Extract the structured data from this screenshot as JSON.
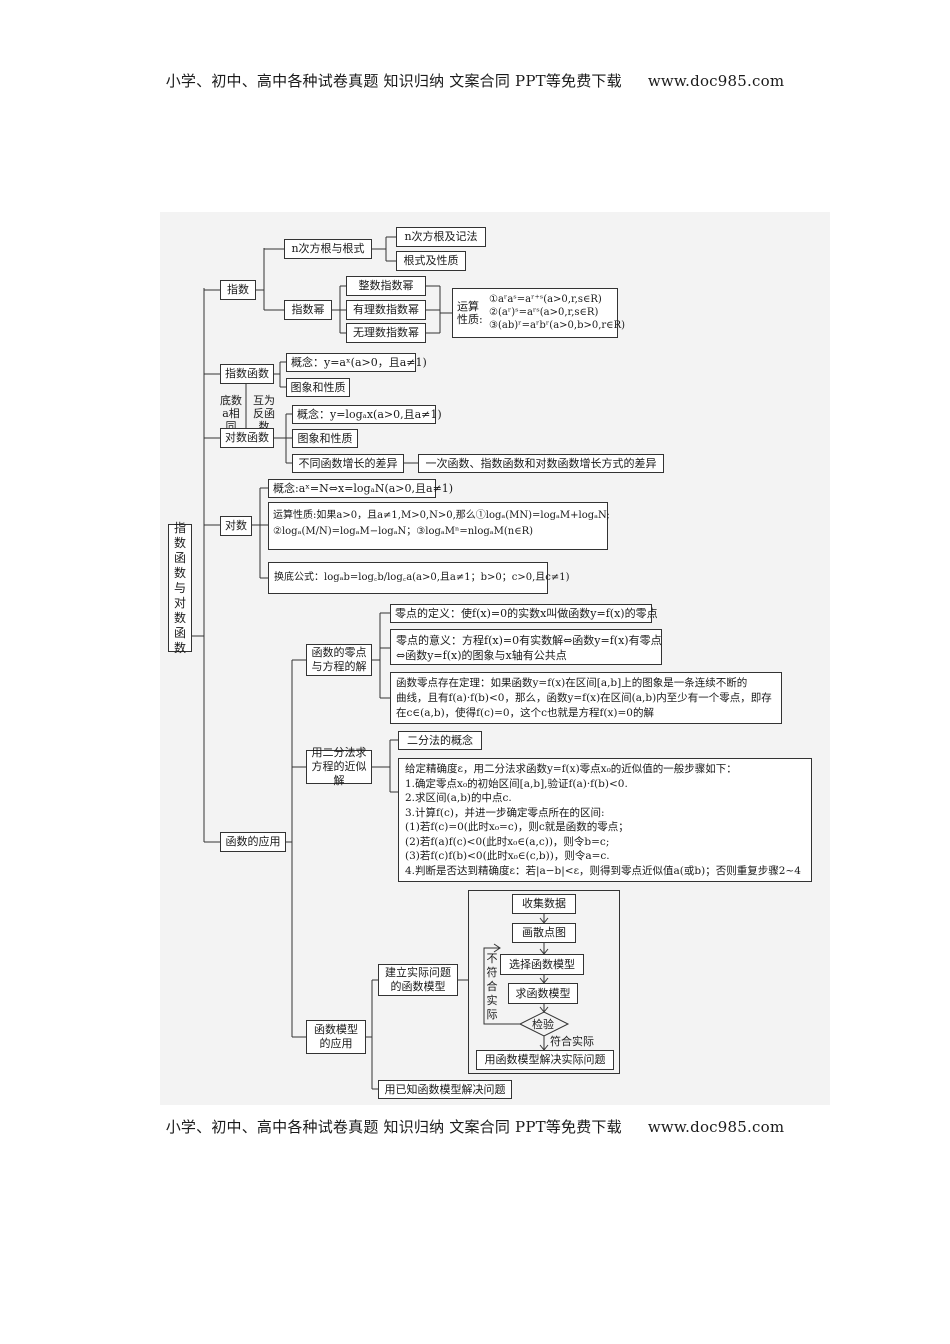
{
  "header": {
    "title": "小学、初中、高中各种试卷真题  知识归纳  文案合同  PPT等免费下载",
    "url": "www.doc985.com"
  },
  "footer": {
    "title": "小学、初中、高中各种试卷真题  知识归纳  文案合同  PPT等免费下载",
    "url": "www.doc985.com"
  },
  "diagram": {
    "root": "指数函数与对数函数",
    "exponent": {
      "label": "指数",
      "nth_root": "n次方根与根式",
      "nth_root_children": [
        "n次方根及记法",
        "根式及性质"
      ],
      "power": "指数幂",
      "power_children": [
        "整数指数幂",
        "有理数指数幂",
        "无理数指数幂"
      ],
      "ops_title": "运算性质:",
      "ops": [
        "①aʳaˢ=aʳ⁺ˢ(a>0,r,s∈R)",
        "②(aʳ)ˢ=aʳˢ(a>0,r,s∈R)",
        "③(ab)ʳ=aʳbʳ(a>0,b>0,r∈R)"
      ]
    },
    "exp_func": {
      "label": "指数函数",
      "concept": "概念：y=aˣ(a>0，且a≠1)",
      "graph": "图象和性质"
    },
    "relation": {
      "left": "底数a相同",
      "right": "互为反函数"
    },
    "log_func": {
      "label": "对数函数",
      "concept": "概念：y=logₐx(a>0,且a≠1)",
      "graph": "图象和性质",
      "growth": "不同函数增长的差异",
      "growth_detail": "一次函数、指数函数和对数函数增长方式的差异"
    },
    "logarithm": {
      "label": "对数",
      "concept": "概念:aˣ=N⇔x=logₐN(a>0,且a≠1)",
      "ops_line1": "运算性质:如果a>0，且a≠1,M>0,N>0,那么①logₐ(MN)=logₐM+logₐN;",
      "ops_line2": "②logₐ(M/N)=logₐM−logₐN；③logₐMⁿ=nlogₐM(n∈R)",
      "change_base": "换底公式：logₐb=log꜀b/log꜀a(a>0,且a≠1；b>0；c>0,且c≠1)"
    },
    "application": {
      "label": "函数的应用",
      "zeros": {
        "label": "函数的零点与方程的解",
        "definition": "零点的定义：使f(x)=0的实数x叫做函数y=f(x)的零点",
        "meaning_line1": "零点的意义：方程f(x)=0有实数解⇔函数y=f(x)有零点",
        "meaning_line2": "⇔函数y=f(x)的图象与x轴有公共点",
        "theorem_line1": "函数零点存在定理：如果函数y=f(x)在区间[a,b]上的图象是一条连续不断的",
        "theorem_line2": "曲线，且有f(a)·f(b)<0，那么，函数y=f(x)在区间(a,b)内至少有一个零点，即存",
        "theorem_line3": "在c∈(a,b)，使得f(c)=0，这个c也就是方程f(x)=0的解"
      },
      "bisection": {
        "label": "用二分法求方程的近似解",
        "concept": "二分法的概念",
        "steps": [
          "给定精确度ε，用二分法求函数y=f(x)零点x₀的近似值的一般步骤如下：",
          "1.确定零点x₀的初始区间[a,b],验证f(a)·f(b)<0.",
          "2.求区间(a,b)的中点c.",
          "3.计算f(c)，并进一步确定零点所在的区间:",
          "(1)若f(c)=0(此时x₀=c)，则c就是函数的零点；",
          "(2)若f(a)f(c)<0(此时x₀∈(a,c))，则令b=c;",
          "(3)若f(c)f(b)<0(此时x₀∈(c,b))，则令a=c.",
          "4.判断是否达到精确度ε：若|a−b|<ε，则得到零点近似值a(或b)；否则重复步骤2~4"
        ]
      },
      "model": {
        "label": "函数模型的应用",
        "build": "建立实际问题的函数模型",
        "flow": [
          "收集数据",
          "画散点图",
          "选择函数模型",
          "求函数模型",
          "检验",
          "用函数模型解决实际问题"
        ],
        "not_fit": "不符合实际",
        "fit": "符合实际",
        "known": "用已知函数模型解决问题"
      }
    }
  }
}
